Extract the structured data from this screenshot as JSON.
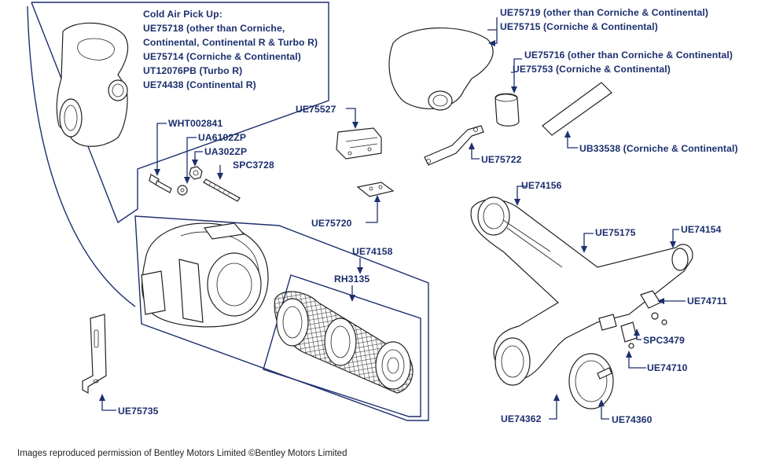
{
  "cold_air_pickup": {
    "title": "Cold Air Pick Up:",
    "lines": [
      "UE75718 (other than Corniche,",
      "Continental, Continental R & Turbo R)",
      "UE75714 (Corniche & Continental)",
      "UT12076PB (Turbo R)",
      "UE74438 (Continental R)"
    ]
  },
  "labels": {
    "wht002841": "WHT002841",
    "ua6102zp": "UA6102ZP",
    "ua302zp": "UA302ZP",
    "spc3728": "SPC3728",
    "ue75527": "UE75527",
    "ue75720": "UE75720",
    "ue75722": "UE75722",
    "ue75719": "UE75719 (other than Corniche & Continental)",
    "ue75715": "UE75715 (Corniche & Continental)",
    "ue75716": "UE75716 (other than Corniche & Continental)",
    "ue75753": "UE75753 (Corniche & Continental)",
    "ub33538": "UB33538 (Corniche & Continental)",
    "ue74158": "UE74158",
    "rh3135": "RH3135",
    "ue74156": "UE74156",
    "ue75175": "UE75175",
    "ue74154": "UE74154",
    "ue74711": "UE74711",
    "spc3479": "SPC3479",
    "ue74710": "UE74710",
    "ue74362": "UE74362",
    "ue74360": "UE74360",
    "ue75735": "UE75735"
  },
  "footer": {
    "copyright": "Images reproduced permission of Bentley Motors Limited ©Bentley Motors Limited"
  },
  "colors": {
    "label": "#1c2f6e",
    "line_art": "#222222",
    "background": "#ffffff"
  }
}
